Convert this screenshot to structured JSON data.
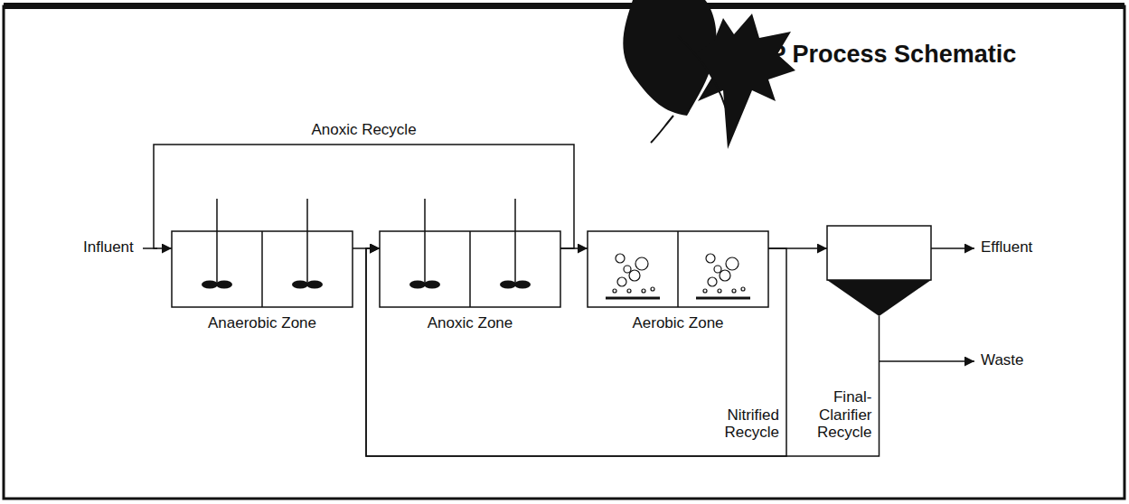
{
  "diagram": {
    "title": "VIP Process Schematic",
    "nodes": [
      {
        "text": [
          "Anaerobic Zone"
        ]
      },
      {
        "text": [
          "Anoxic Zone"
        ]
      },
      {
        "text": [
          "Aerobic Zone"
        ]
      },
      {
        "text": []
      }
    ],
    "edges": [
      {
        "from": 0,
        "to": 1,
        "arrow": "to"
      },
      {
        "from": 1,
        "to": 2,
        "arrow": "to"
      },
      {
        "from": 2,
        "to": 3,
        "arrow": "to"
      },
      {
        "from": 1,
        "to": 0,
        "label": "Anoxic Recycle",
        "arrow": "to"
      },
      {
        "from": 2,
        "to": 1,
        "label": "Nitrified Recycle",
        "arrow": "to"
      },
      {
        "from": 3,
        "to": 1,
        "label": "Final- Clarifier Recycle",
        "arrow": "to"
      }
    ],
    "labels": [
      "Influent",
      "Effluent",
      "Waste"
    ]
  }
}
